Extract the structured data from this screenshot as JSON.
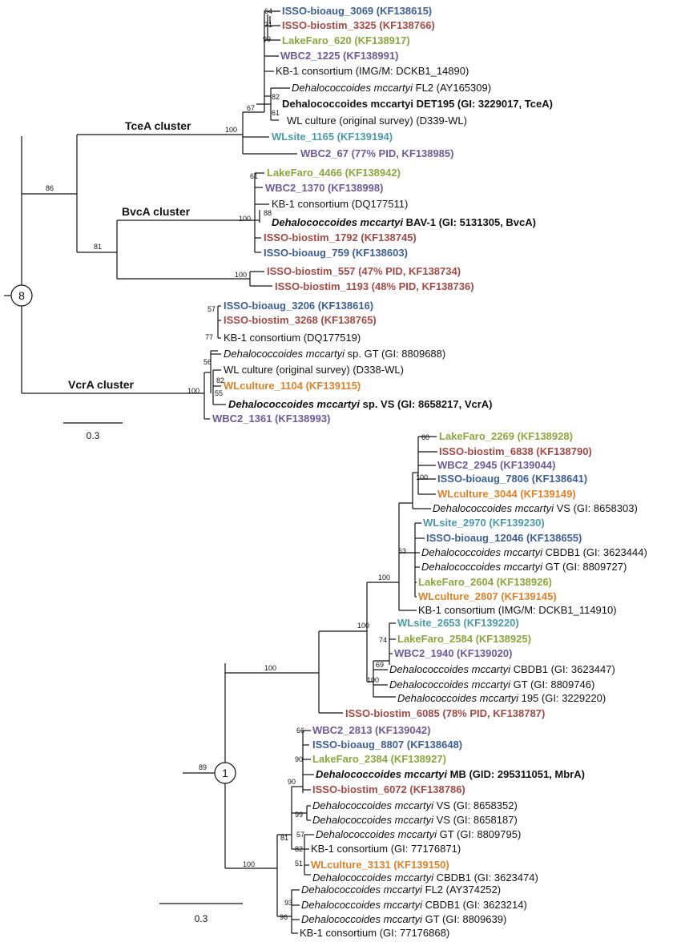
{
  "colors": {
    "ISSO-bioaug": "#3d5f95",
    "ISSO-biostim": "#a34a45",
    "LakeFaro": "#8ca63e",
    "WBC2": "#6d5b99",
    "WLsite": "#4b9aa8",
    "WLculture": "#de812a",
    "reference": "#111111"
  },
  "tree_top": {
    "node_label": "8",
    "clusters": [
      "TceA cluster",
      "BvcA cluster",
      "VcrA cluster"
    ],
    "leaves": [
      {
        "name": "ISSO-bioaug_3069 (KF138615)",
        "group": "ISSO-bioaug"
      },
      {
        "name": "ISSO-biostim_3325 (KF138766)",
        "group": "ISSO-biostim"
      },
      {
        "name": "LakeFaro_620 (KF138917)",
        "group": "LakeFaro"
      },
      {
        "name": "WBC2_1225 (KF138991)",
        "group": "WBC2"
      },
      {
        "name": "KB-1 consortium (IMG/M: DCKB1_14890)",
        "group": "reference"
      },
      {
        "italic": "Dehalococcoides mccartyi",
        "rest": " FL2 (AY165309)",
        "group": "reference"
      },
      {
        "name": "Dehalococcoides mccartyi DET195 (GI: 3229017, TceA)",
        "group": "reference",
        "bold": true
      },
      {
        "name": "WL culture (original survey) (D339-WL)",
        "group": "reference"
      },
      {
        "name": "WLsite_1165 (KF139194)",
        "group": "WLsite"
      },
      {
        "name": "WBC2_67 (77% PID, KF138985)",
        "group": "WBC2"
      },
      {
        "name": "LakeFaro_4466 (KF138942)",
        "group": "LakeFaro"
      },
      {
        "name": "WBC2_1370 (KF138998)",
        "group": "WBC2"
      },
      {
        "name": "KB-1 consortium (DQ177511)",
        "group": "reference"
      },
      {
        "italic": "Dehalococcoides mccartyi",
        "rest": " BAV-1 (GI: 5131305, BvcA)",
        "group": "reference",
        "bold": true
      },
      {
        "name": "ISSO-biostim_1792 (KF138745)",
        "group": "ISSO-biostim"
      },
      {
        "name": "ISSO-bioaug_759 (KF138603)",
        "group": "ISSO-bioaug"
      },
      {
        "name": "ISSO-biostim_557 (47% PID, KF138734)",
        "group": "ISSO-biostim"
      },
      {
        "name": "ISSO-biostim_1193 (48% PID, KF138736)",
        "group": "ISSO-biostim"
      },
      {
        "name": "ISSO-bioaug_3206 (KF138616)",
        "group": "ISSO-bioaug"
      },
      {
        "name": "ISSO-biostim_3268 (KF138765)",
        "group": "ISSO-biostim"
      },
      {
        "name": "KB-1 consortium (DQ177519)",
        "group": "reference"
      },
      {
        "italic": "Dehalococcoides mccartyi",
        "rest": " sp. GT (GI: 8809688)",
        "group": "reference"
      },
      {
        "name": "WL culture (original survey) (D338-WL)",
        "group": "reference"
      },
      {
        "name": "WLculture_1104 (KF139115)",
        "group": "WLculture"
      },
      {
        "italic": "Dehalococcoides mccartyi",
        "rest": " sp. VS (GI: 8658217, VcrA)",
        "group": "reference",
        "bold": true
      },
      {
        "name": "WBC2_1361 (KF138993)",
        "group": "WBC2"
      }
    ],
    "bootstrap": [
      "64",
      "71",
      "99",
      "82",
      "61",
      "67",
      "100",
      "86",
      "61",
      "88",
      "100",
      "81",
      "100",
      "57",
      "77",
      "56",
      "82",
      "55",
      "100"
    ],
    "scale": "0.3"
  },
  "tree_bottom": {
    "node_label": "1",
    "leaves": [
      {
        "name": "LakeFaro_2269 (KF138928)",
        "group": "LakeFaro"
      },
      {
        "name": "ISSO-biostim_6838 (KF138790)",
        "group": "ISSO-biostim"
      },
      {
        "name": "WBC2_2945 (KF139044)",
        "group": "WBC2"
      },
      {
        "name": "ISSO-bioaug_7806 (KF138641)",
        "group": "ISSO-bioaug"
      },
      {
        "name": "WLculture_3044 (KF139149)",
        "group": "WLculture"
      },
      {
        "italic": "Dehalococcoides mccartyi",
        "rest": " VS (GI: 8658303)",
        "group": "reference"
      },
      {
        "name": "WLsite_2970 (KF139230)",
        "group": "WLsite"
      },
      {
        "name": "ISSO-bioaug_12046 (KF138655)",
        "group": "ISSO-bioaug"
      },
      {
        "italic": "Dehalococcoides mccartyi",
        "rest": " CBDB1 (GI: 3623444)",
        "group": "reference"
      },
      {
        "italic": "Dehalococcoides mccartyi",
        "rest": " GT (GI: 8809727)",
        "group": "reference"
      },
      {
        "name": "LakeFaro_2604 (KF138926)",
        "group": "LakeFaro"
      },
      {
        "name": "WLculture_2807 (KF139145)",
        "group": "WLculture"
      },
      {
        "name": "KB-1 consortium (IMG/M: DCKB1_114910)",
        "group": "reference"
      },
      {
        "name": "WLsite_2653 (KF139220)",
        "group": "WLsite"
      },
      {
        "name": "LakeFaro_2584 (KF138925)",
        "group": "LakeFaro"
      },
      {
        "name": "WBC2_1940 (KF139020)",
        "group": "WBC2"
      },
      {
        "italic": "Dehalococcoides mccartyi",
        "rest": " CBDB1 (GI: 3623447)",
        "group": "reference"
      },
      {
        "italic": "Dehalococcoides mccartyi",
        "rest": " GT (GI: 8809746)",
        "group": "reference"
      },
      {
        "italic": "Dehalococcoides mccartyi",
        "rest": " 195 (GI: 3229220)",
        "group": "reference"
      },
      {
        "name": "ISSO-biostim_6085 (78% PID, KF138787)",
        "group": "ISSO-biostim"
      },
      {
        "name": "WBC2_2813 (KF139042)",
        "group": "WBC2"
      },
      {
        "name": "ISSO-bioaug_8807 (KF138648)",
        "group": "ISSO-bioaug"
      },
      {
        "name": "LakeFaro_2384 (KF138927)",
        "group": "LakeFaro"
      },
      {
        "italic": "Dehalococcoides mccartyi",
        "rest": " MB (GID: 295311051, MbrA)",
        "group": "reference",
        "bold": true,
        "bolditalic": true
      },
      {
        "name": "ISSO-biostim_6072 (KF138786)",
        "group": "ISSO-biostim"
      },
      {
        "italic": "Dehalococcoides mccartyi",
        "rest": " VS (GI: 8658352)",
        "group": "reference"
      },
      {
        "italic": "Dehalococcoides mccartyi",
        "rest": " VS (GI: 8658187)",
        "group": "reference"
      },
      {
        "italic": "Dehalococcoides mccartyi",
        "rest": " GT (GI: 8809795)",
        "group": "reference"
      },
      {
        "name": "KB-1 consortium (GI: 77176871)",
        "group": "reference"
      },
      {
        "name": "WLculture_3131 (KF139150)",
        "group": "WLculture"
      },
      {
        "italic": "Dehalococcoides mccartyi",
        "rest": " CBDB1 (GI: 3623474)",
        "group": "reference"
      },
      {
        "italic": "Dehalococcoides mccartyi",
        "rest": " FL2 (AY374252)",
        "group": "reference"
      },
      {
        "italic": "Dehalococcoides mccartyi",
        "rest": " CBDB1 (GI: 3623214)",
        "group": "reference"
      },
      {
        "italic": "Dehalococcoides mccartyi",
        "rest": " GT (GI: 8809639)",
        "group": "reference"
      },
      {
        "name": "KB-1 consortium (GI: 77176868)",
        "group": "reference"
      }
    ],
    "bootstrap": [
      "60",
      "100",
      "63",
      "100",
      "74",
      "100",
      "69",
      "100",
      "100",
      "66",
      "90",
      "90",
      "99",
      "81",
      "57",
      "82",
      "51",
      "100",
      "93",
      "96",
      "89"
    ],
    "scale": "0.3"
  }
}
